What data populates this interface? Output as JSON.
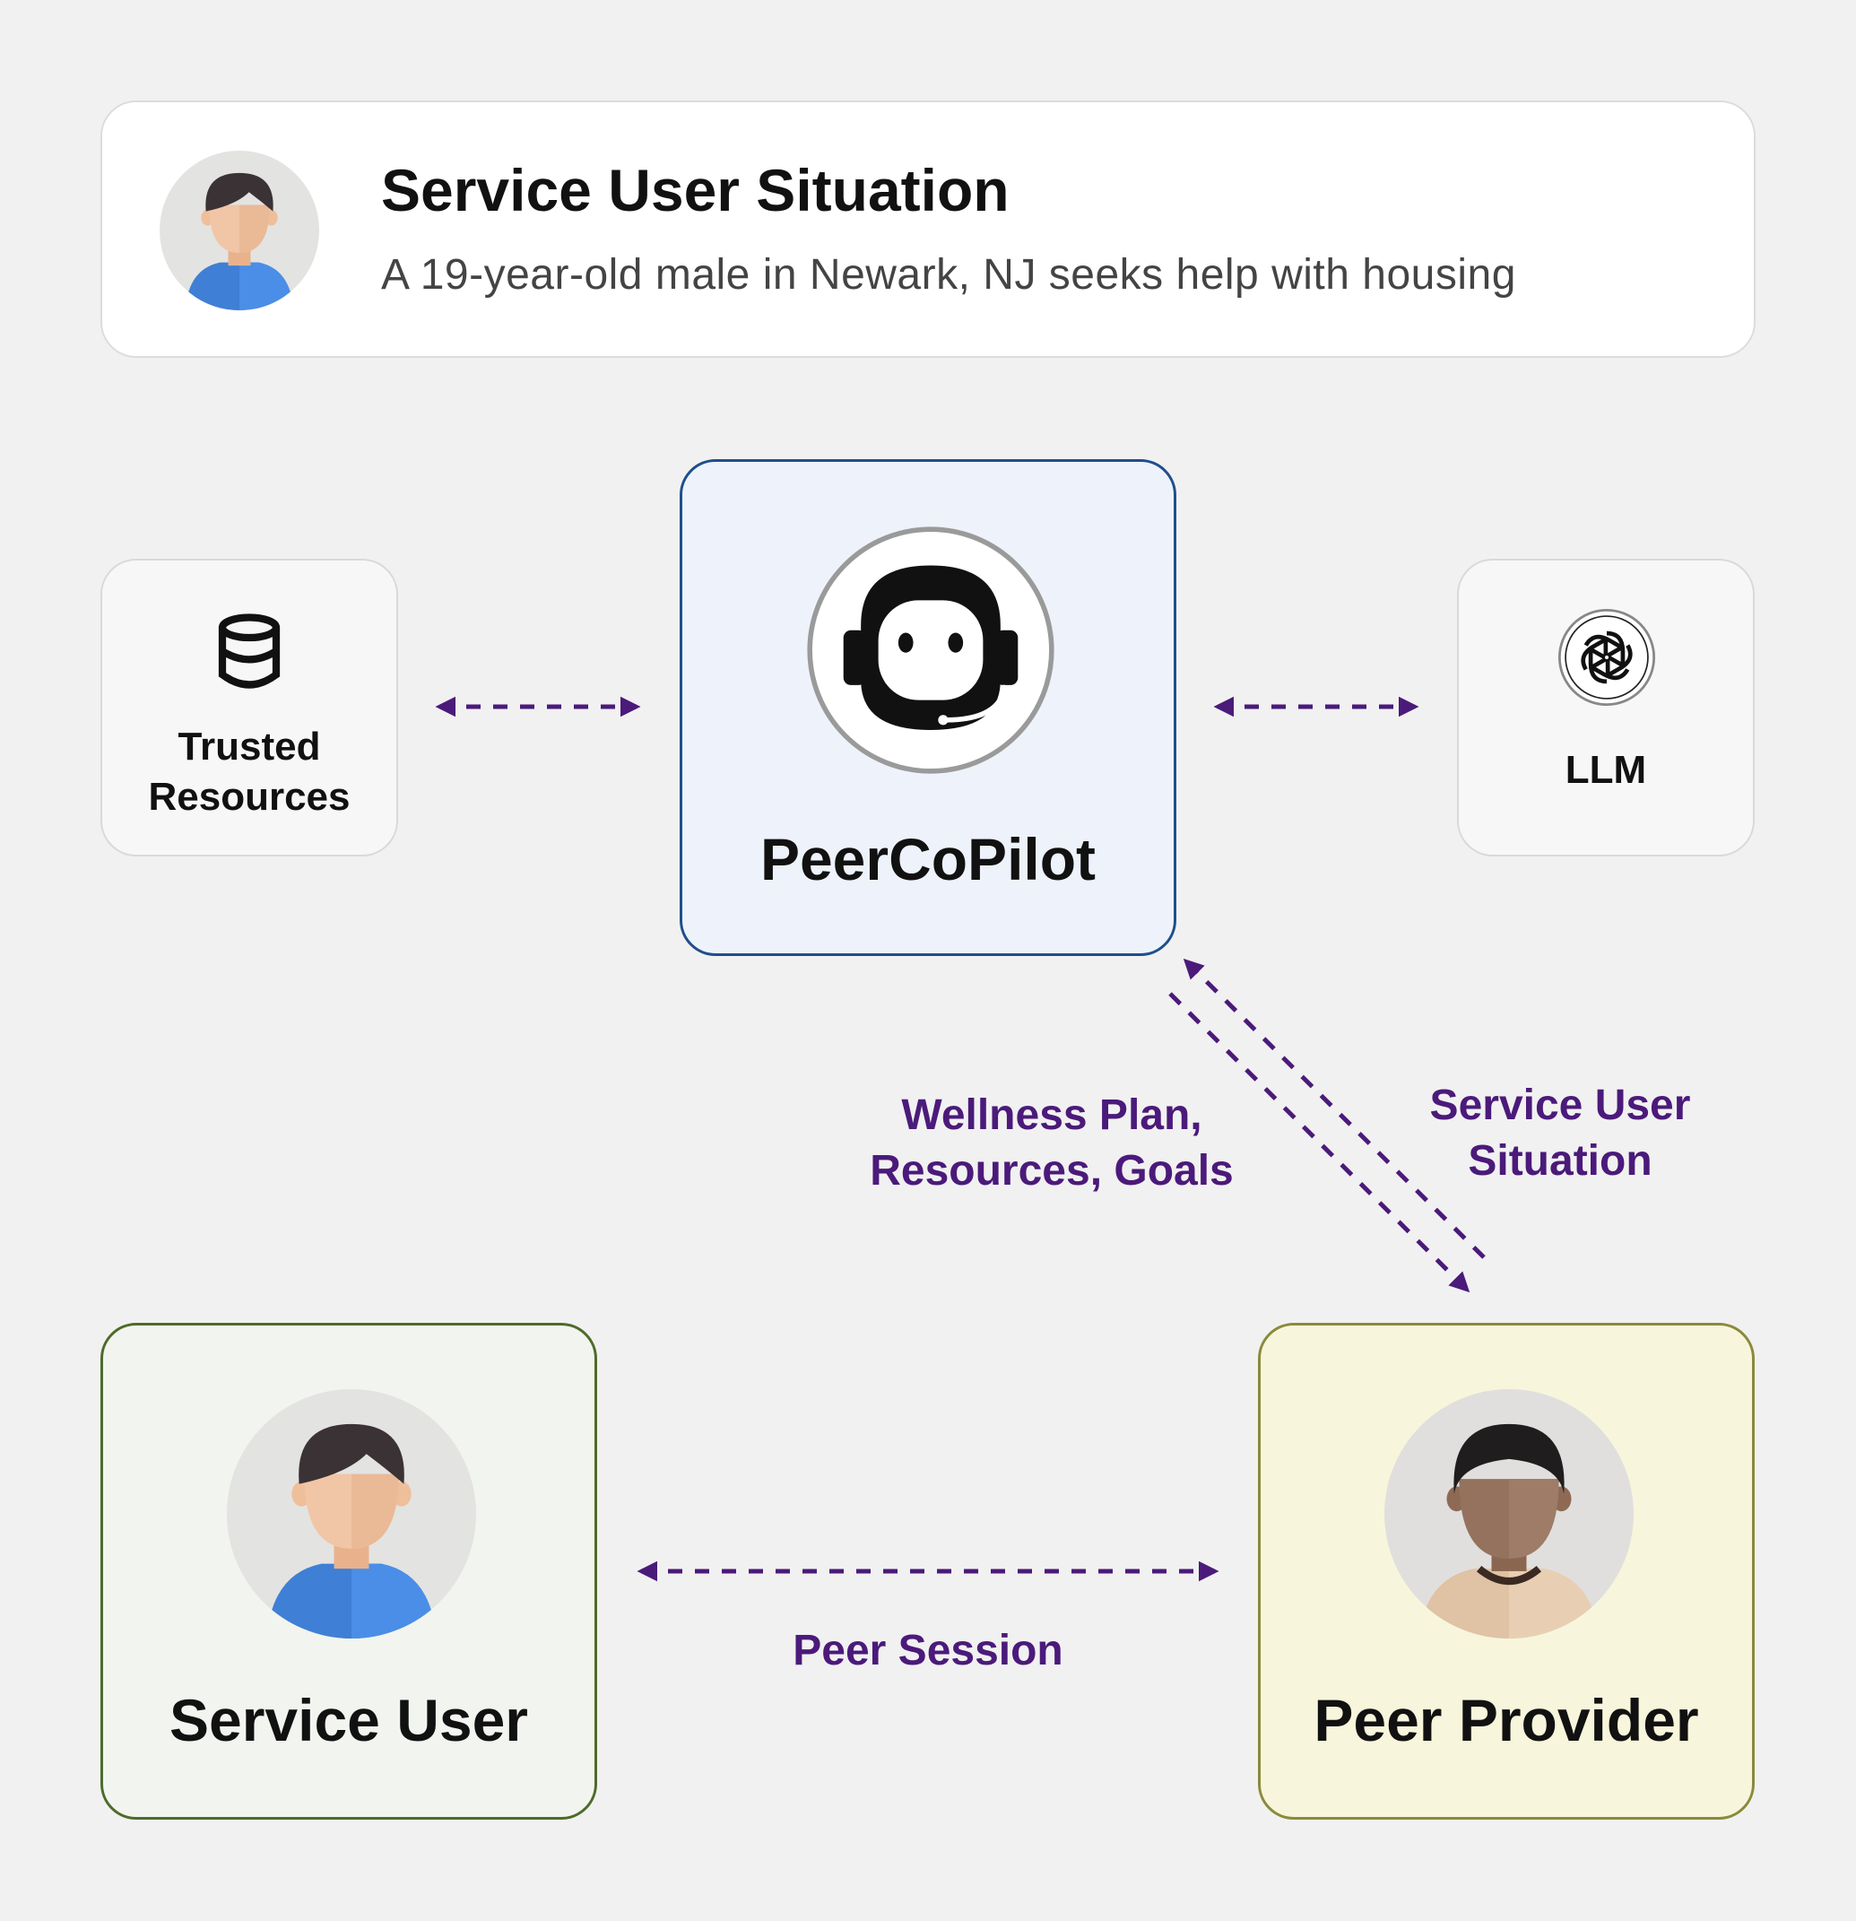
{
  "situation": {
    "title": "Service User Situation",
    "description": "A 19-year-old male in Newark, NJ seeks help with housing",
    "avatar_icon": "young-man-avatar-icon"
  },
  "trusted_resources": {
    "label_line1": "Trusted",
    "label_line2": "Resources",
    "icon": "database-icon"
  },
  "copilot": {
    "name": "PeerCoPilot",
    "icon": "robot-headset-icon"
  },
  "llm": {
    "label": "LLM",
    "icon": "openai-logo-icon"
  },
  "service_user": {
    "name": "Service User",
    "avatar_icon": "young-man-avatar-icon"
  },
  "peer_provider": {
    "name": "Peer Provider",
    "avatar_icon": "peer-provider-avatar-icon"
  },
  "edge_labels": {
    "to_provider_line1": "Wellness Plan,",
    "to_provider_line2": "Resources, Goals",
    "to_copilot_line1": "Service User",
    "to_copilot_line2": "Situation",
    "peer_session": "Peer Session"
  },
  "colors": {
    "arrow": "#4b1a7a",
    "copilot_border": "#1f4e8c",
    "copilot_fill": "#eef3fb",
    "service_user_border": "#4d6b2a",
    "service_user_fill": "#f2f5ef",
    "peer_provider_border": "#8a8a3c",
    "peer_provider_fill": "#f7f6dc"
  }
}
